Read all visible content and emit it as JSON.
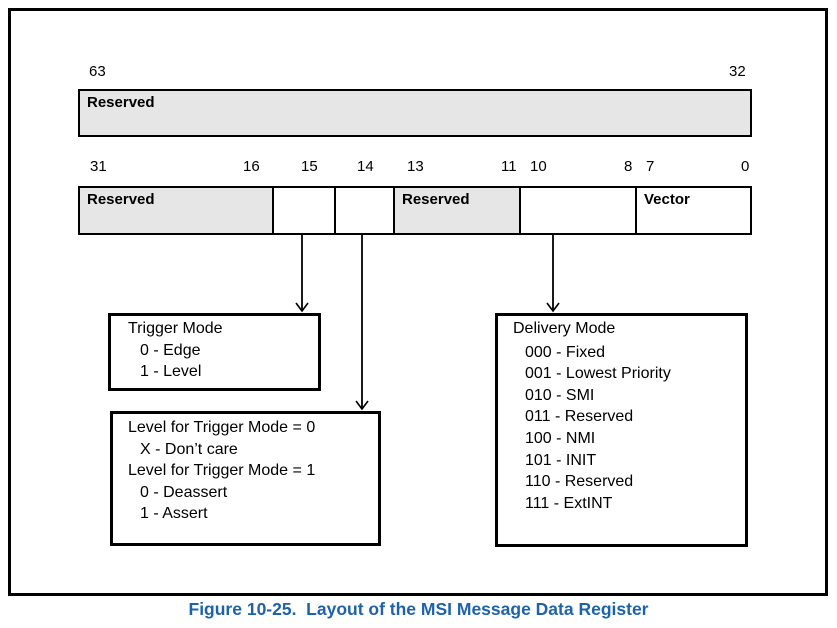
{
  "register_high": {
    "bit_left": "63",
    "bit_right": "32",
    "field_label": "Reserved"
  },
  "register_low": {
    "bit_labels": [
      "31",
      "16",
      "15",
      "14",
      "13",
      "11",
      "10",
      "8",
      "7",
      "0"
    ],
    "fields": [
      {
        "name": "reserved-31-16",
        "label": "Reserved"
      },
      {
        "name": "bit-15-trigger-mode",
        "label": ""
      },
      {
        "name": "bit-14-level",
        "label": ""
      },
      {
        "name": "reserved-13-11",
        "label": "Reserved"
      },
      {
        "name": "bits-10-8-delivery-mode",
        "label": ""
      },
      {
        "name": "bits-7-0-vector",
        "label": "Vector"
      }
    ]
  },
  "annotation_boxes": {
    "trigger_mode": {
      "title": "Trigger Mode",
      "items": [
        "0 - Edge",
        "1 - Level"
      ]
    },
    "level": {
      "line1": "Level for Trigger Mode = 0",
      "line2": "X - Don’t care",
      "line3": "Level for Trigger Mode = 1",
      "line4": "0 - Deassert",
      "line5": "1 - Assert"
    },
    "delivery_mode": {
      "title": "Delivery Mode",
      "items": [
        "000 - Fixed",
        "001 - Lowest Priority",
        "010 - SMI",
        "011 - Reserved",
        "100 - NMI",
        "101 - INIT",
        "110 - Reserved",
        "111 - ExtINT"
      ]
    }
  },
  "caption": "Figure 10-25.  Layout of the MSI Message Data Register",
  "colors": {
    "reserved_fill": "#e6e6e6",
    "caption_blue": "#1d63ac",
    "line": "#000000"
  }
}
